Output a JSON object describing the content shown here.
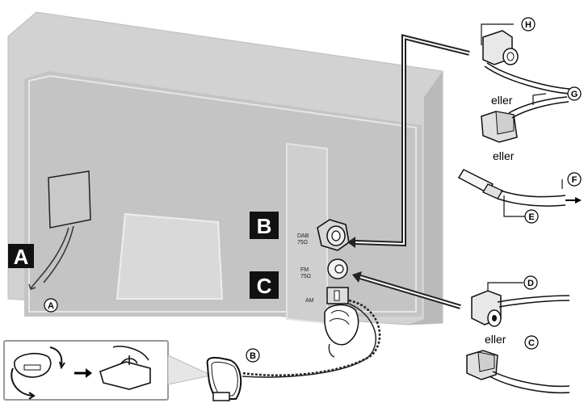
{
  "labels": {
    "A": "A",
    "B": "B",
    "C": "C"
  },
  "callouts": {
    "a": "A",
    "b": "B",
    "c": "C",
    "d": "D",
    "e": "E",
    "f": "F",
    "g": "G",
    "h": "H"
  },
  "eller": [
    "eller",
    "eller",
    "eller"
  ],
  "jacks": {
    "dab": "DAB",
    "dab_ohm": "75Ω",
    "fm": "FM",
    "fm_ohm": "75Ω",
    "am": "AM"
  }
}
